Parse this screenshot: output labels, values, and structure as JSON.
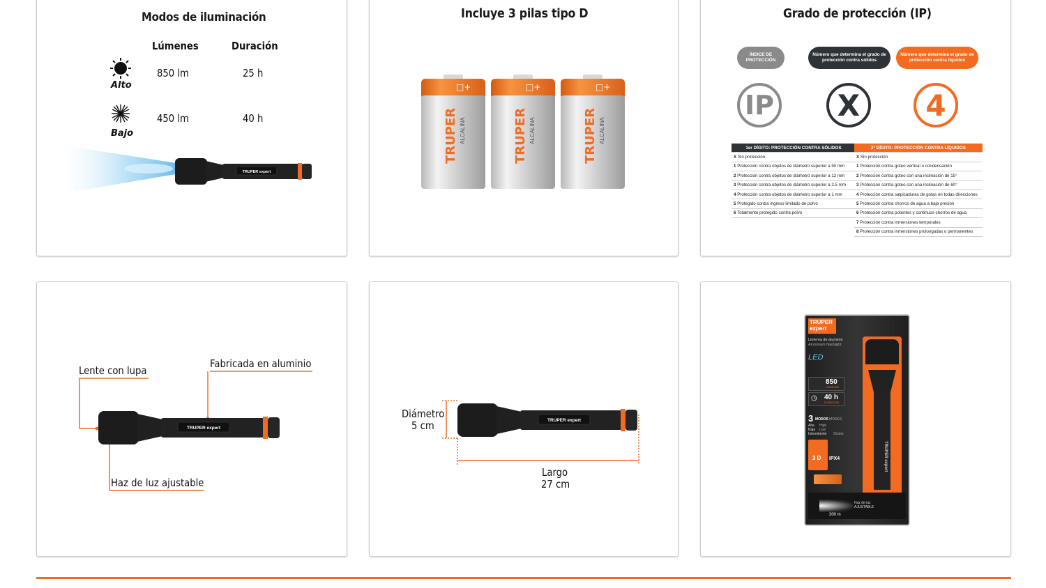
{
  "panel_lighting": {
    "title": "Modos de iluminación",
    "col_lumens": "Lúmenes",
    "col_duration": "Duración",
    "modes": [
      {
        "name": "Alto",
        "lumens": "850 lm",
        "duration": "25 h"
      },
      {
        "name": "Bajo",
        "lumens": "450 lm",
        "duration": "40 h"
      }
    ],
    "flashlight_label": "TRUPER expert"
  },
  "panel_batteries": {
    "title": "Incluye 3 pilas tipo D",
    "brand": "TRUPER",
    "type": "ALCALINA",
    "count": 3
  },
  "panel_ip": {
    "title": "Grado de protección (IP)",
    "pills": [
      {
        "text": "ÍNDICE DE PROTECCIÓN",
        "color": "#8a8a8a"
      },
      {
        "text": "Número que determina el grado de protección contra sólidos",
        "color": "#2f3338"
      },
      {
        "text": "Número que determina el grado de protección contra líquidos",
        "color": "#f26b21"
      }
    ],
    "circles": [
      {
        "text": "IP",
        "color": "#8a8a8a"
      },
      {
        "text": "X",
        "color": "#2f3338"
      },
      {
        "text": "4",
        "color": "#f26b21"
      }
    ],
    "solids_header": "1er DÍGITO: PROTECCIÓN CONTRA SÓLIDOS",
    "liquids_header": "2° DÍGITO: PROTECCIÓN CONTRA LÍQUIDOS",
    "solids": [
      {
        "digit": "X",
        "text": "Sin protección"
      },
      {
        "digit": "1",
        "text": "Protección contra objetos de diámetro superior a 50 mm"
      },
      {
        "digit": "2",
        "text": "Protección contra objetos de diámetro superior a 12 mm"
      },
      {
        "digit": "3",
        "text": "Protección contra objetos de diámetro superior a 2.5 mm"
      },
      {
        "digit": "4",
        "text": "Protección contra objetos de diámetro superior a 1 mm"
      },
      {
        "digit": "5",
        "text": "Protegido contra ingreso limitado de polvo"
      },
      {
        "digit": "6",
        "text": "Totalmente protegido contra polvo"
      }
    ],
    "liquids": [
      {
        "digit": "X",
        "text": "Sin protección"
      },
      {
        "digit": "1",
        "text": "Protección contra goteo vertical o condensación"
      },
      {
        "digit": "2",
        "text": "Protección contra goteo con una inclinación de 15°"
      },
      {
        "digit": "3",
        "text": "Protección contra goteo con una inclinación de 60°"
      },
      {
        "digit": "4",
        "text": "Protección contra salpicaduras de gotas en todas direcciones"
      },
      {
        "digit": "5",
        "text": "Protección contra chorros de agua a baja presión"
      },
      {
        "digit": "6",
        "text": "Protección contra potentes y continuos chorros de agua"
      },
      {
        "digit": "7",
        "text": "Protección contra inmersiones temporales"
      },
      {
        "digit": "8",
        "text": "Protección contra inmersiones prolongadas o permanentes"
      }
    ]
  },
  "panel_features": {
    "lens": "Lente con lupa",
    "material": "Fabricada en aluminio",
    "beam": "Haz de luz ajustable",
    "flashlight_label": "TRUPER expert"
  },
  "panel_dimensions": {
    "diameter_label": "Diámetro",
    "diameter_value": "5 cm",
    "length_label": "Largo",
    "length_value": "27 cm",
    "flashlight_label": "TRUPER expert"
  },
  "panel_package": {
    "brand_top": "TRUPER",
    "brand_bottom": "expert",
    "product_es": "Linterna de aluminio",
    "product_en": "Aluminum flashlight",
    "led": "LED",
    "lumens": "850",
    "lumens_unit": "LÚMENES",
    "hours": "40 h",
    "hours_unit": "DURACIÓN",
    "modes_count": "3",
    "modes_label": "MODOS",
    "modes_en": "MODES",
    "modes_list": [
      "Alta",
      "Baja",
      "Intermitente"
    ],
    "modes_list_en": [
      "High",
      "Low",
      "Strobe"
    ],
    "battery_size": "3 D",
    "ipx": "IPX4",
    "beam_label": "Haz de luz AJUSTABLE",
    "range": "300 m",
    "colors": {
      "orange": "#f26b21",
      "dark": "#2f3338",
      "card_border": "#c9c9c9"
    }
  }
}
